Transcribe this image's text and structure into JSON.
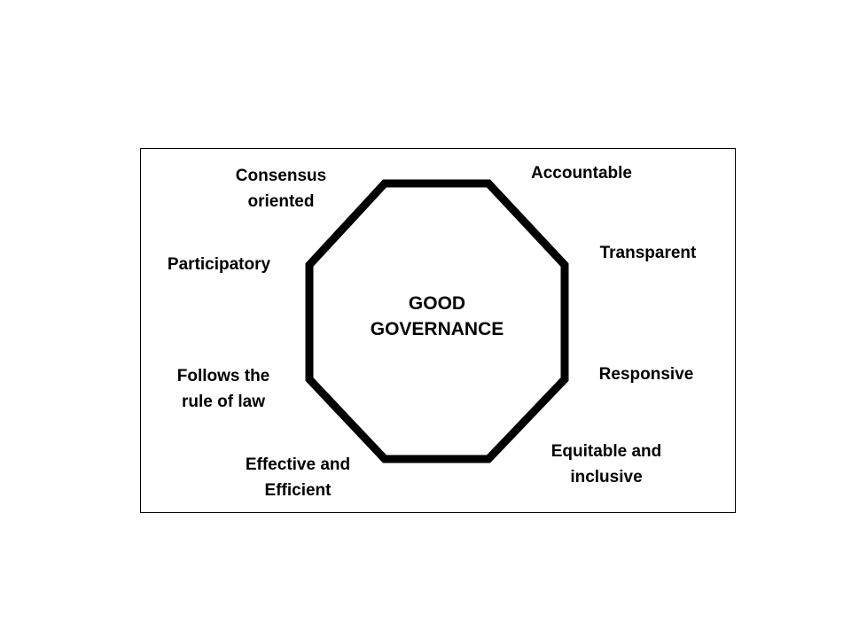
{
  "diagram": {
    "center": {
      "line1": "GOOD",
      "line2": "GOVERNANCE"
    },
    "attributes": {
      "consensus": {
        "line1": "Consensus",
        "line2": "oriented"
      },
      "accountable": {
        "line1": "Accountable"
      },
      "participatory": {
        "line1": "Participatory"
      },
      "transparent": {
        "line1": "Transparent"
      },
      "rule_of_law": {
        "line1": "Follows the",
        "line2": "rule of law"
      },
      "responsive": {
        "line1": "Responsive"
      },
      "effective": {
        "line1": "Effective and",
        "line2": "Efficient"
      },
      "equitable": {
        "line1": "Equitable and",
        "line2": "inclusive"
      }
    },
    "colors": {
      "stroke": "#000000",
      "background": "#ffffff"
    }
  }
}
